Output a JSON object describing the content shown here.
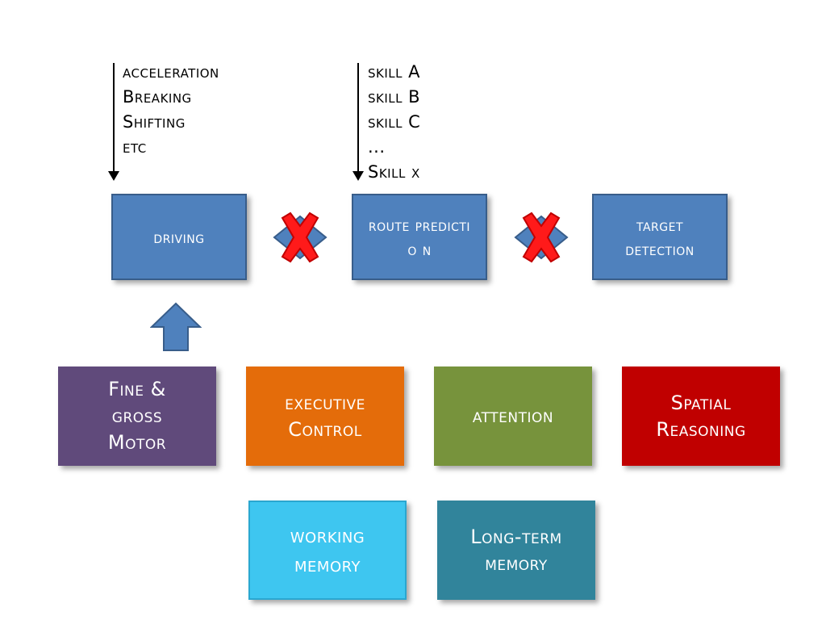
{
  "left_list": [
    "acceleration",
    "Breaking",
    "Shifting",
    "etc"
  ],
  "right_list": [
    "skill A",
    "skill B",
    "skill C",
    "...",
    "Skill x"
  ],
  "process_boxes": [
    {
      "label": "driving"
    },
    {
      "label": "route predictio n"
    },
    {
      "label": "target detection"
    }
  ],
  "ability_cards": [
    {
      "label": "Fine & gross Motor",
      "color": "#604a7b"
    },
    {
      "label": "executive Control",
      "color": "#e46c0a"
    },
    {
      "label": "attention",
      "color": "#77933c"
    },
    {
      "label": "Spatial Reasoning",
      "color": "#c00000"
    },
    {
      "label": "working memory",
      "color": "#3ec6f0"
    },
    {
      "label": "Long-term memory",
      "color": "#31849b"
    }
  ],
  "colors": {
    "process_fill": "#4f81bd",
    "process_border": "#385d8a",
    "x_mark": "#ff0000"
  }
}
